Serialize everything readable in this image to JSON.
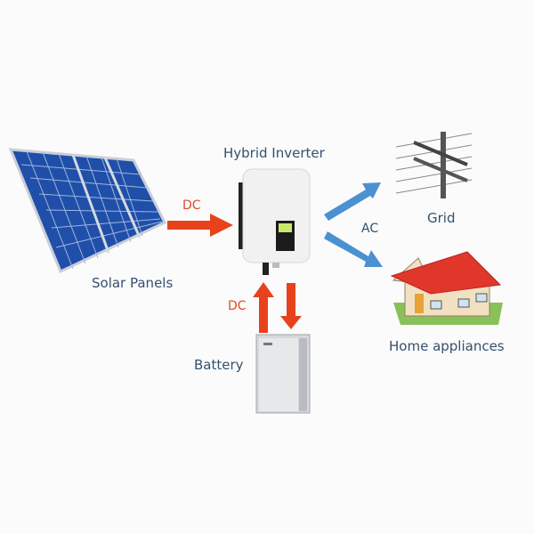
{
  "labels": {
    "solar_panels": "Solar Panels",
    "hybrid_inverter": "Hybrid Inverter",
    "grid": "Grid",
    "home_appliances": "Home appliances",
    "battery": "Battery",
    "dc_panels": "DC",
    "dc_battery": "DC",
    "ac": "AC"
  },
  "colors": {
    "dc_arrow": "#e8421c",
    "ac_arrow": "#4b91d1",
    "label_text": "#34506e",
    "dc_label": "#e24a28"
  }
}
